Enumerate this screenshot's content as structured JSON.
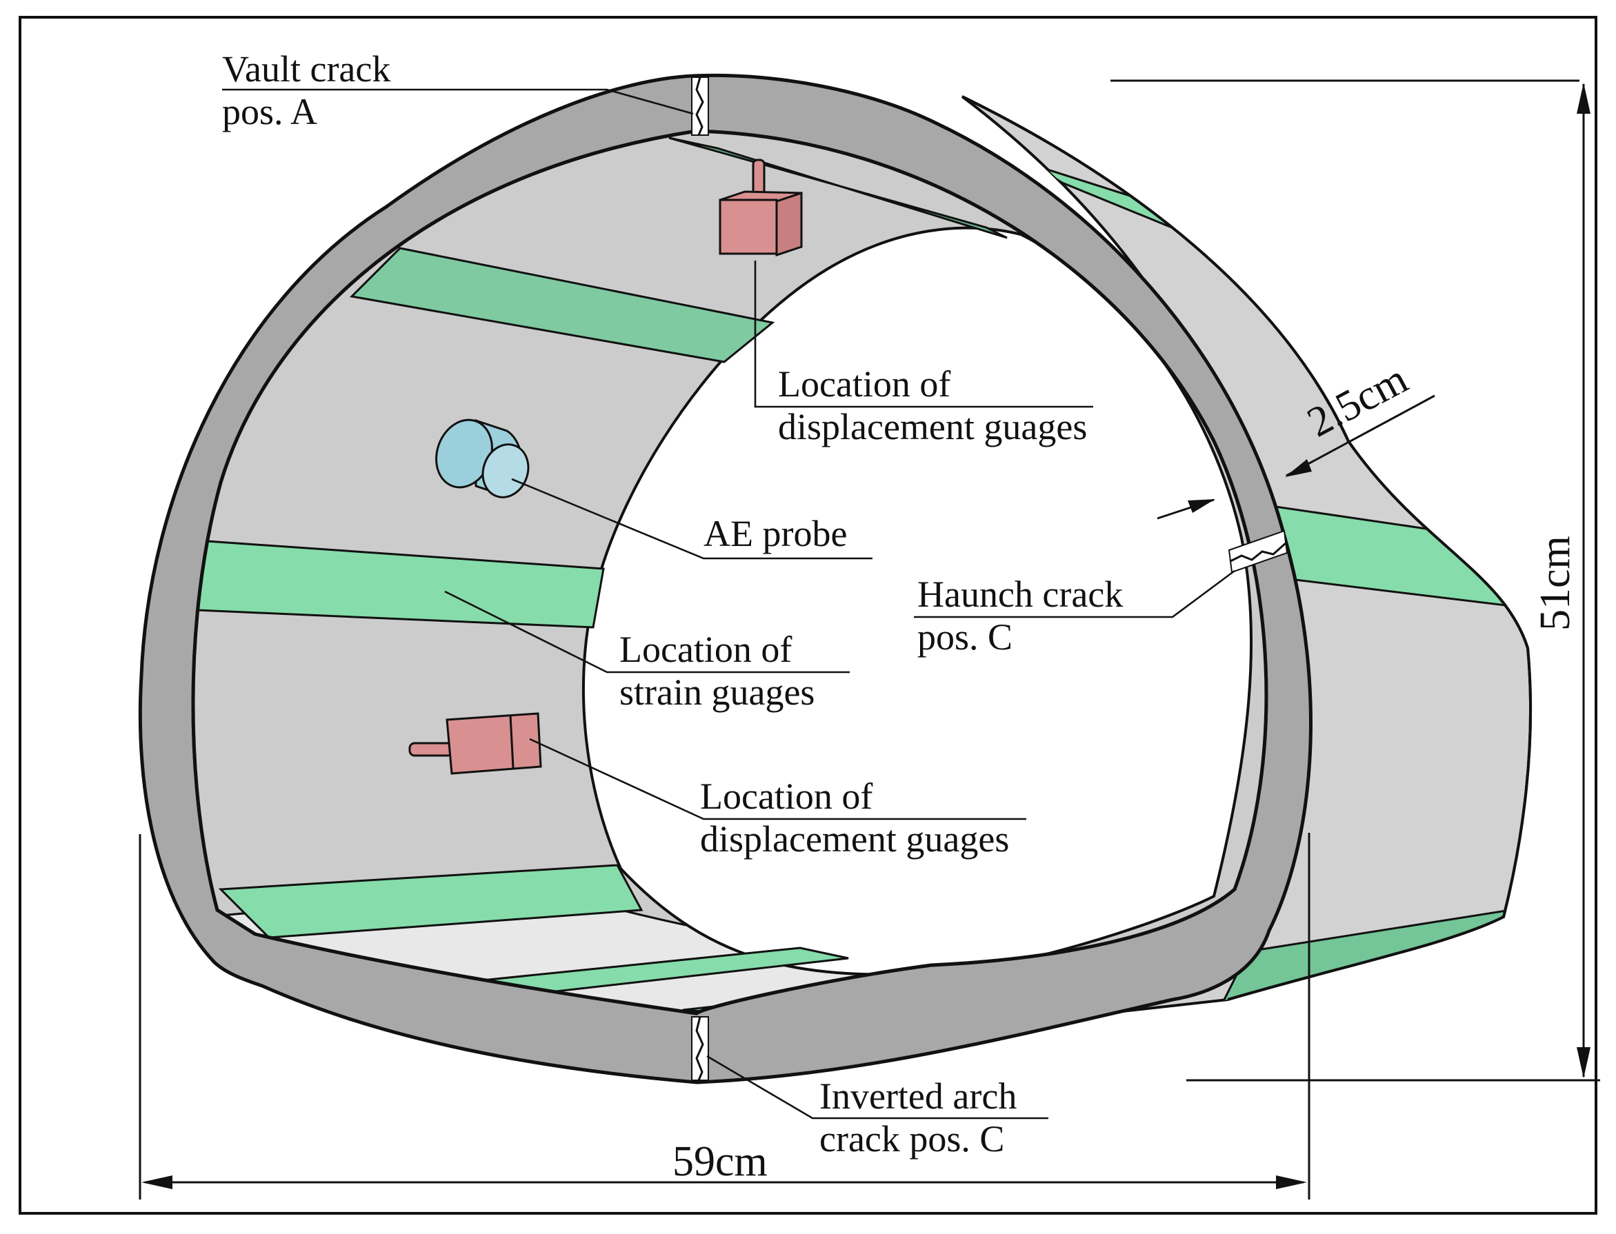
{
  "labels": {
    "vault_crack_line1": "Vault crack",
    "vault_crack_line2": "pos. A",
    "disp_top_line1": "Location of",
    "disp_top_line2": "displacement guages",
    "ae_probe": "AE probe",
    "haunch_crack_line1": "Haunch crack",
    "haunch_crack_line2": "pos. C",
    "strain_line1": "Location of",
    "strain_line2": "strain guages",
    "disp_bottom_line1": "Location of",
    "disp_bottom_line2": "displacement guages",
    "invert_crack_line1": "Inverted arch",
    "invert_crack_line2": "crack pos. C"
  },
  "dimensions": {
    "width_label": "59cm",
    "height_label": "51cm",
    "thickness_label": "2.5cm"
  },
  "colors": {
    "lining_ring": "#a8a8a8",
    "inner_surface": "#cccccc",
    "outer_shell": "#d2d2d2",
    "invert_floor": "#e8e8e8",
    "strain_band": "#86dcaa",
    "strain_band_dark": "#6fc095",
    "displacement_gauge": "#d99090",
    "ae_probe": "#9ccfdc"
  }
}
